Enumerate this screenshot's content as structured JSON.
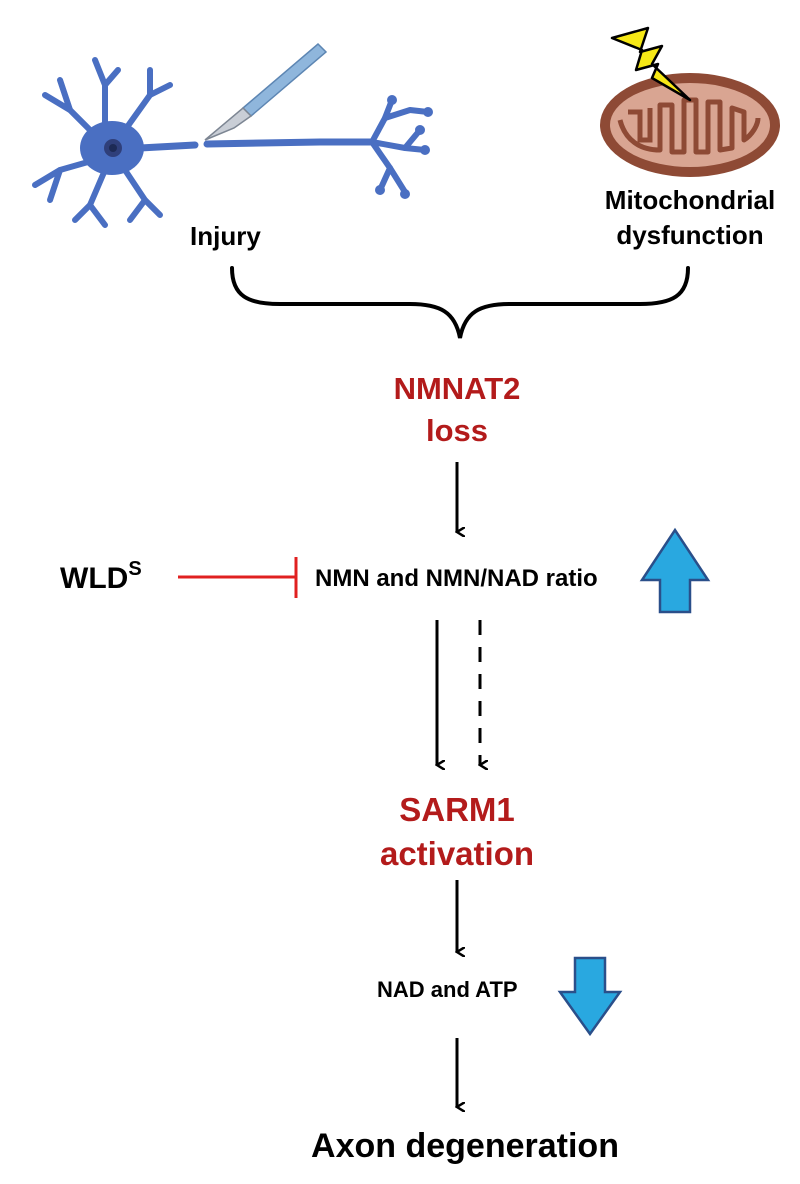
{
  "inputs": {
    "injury": "Injury",
    "mito_line1": "Mitochondrial",
    "mito_line2": "dysfunction"
  },
  "nodes": {
    "nmnat2_line1": "NMNAT2",
    "nmnat2_line2": "loss",
    "nmn_ratio": "NMN and NMN/NAD ratio",
    "sarm1_line1": "SARM1",
    "sarm1_line2": "activation",
    "nad_atp": "NAD and ATP",
    "axon": "Axon degeneration"
  },
  "inhibitor": {
    "name": "WLD",
    "superscript": "S"
  },
  "indicators": {
    "nmn_ratio_change": "increase",
    "nad_atp_change": "decrease"
  },
  "colors": {
    "highlight_text": "#b31b1b",
    "inhibition_line": "#e02020",
    "indicator_arrow_fill": "#29a8e0",
    "indicator_arrow_stroke": "#2a4f8a",
    "neuron": "#4a6fc2",
    "mitochondrion": "#8e4a35"
  },
  "icons": [
    "neuron-icon",
    "scalpel-icon",
    "mitochondrion-icon",
    "lightning-bolt-icon"
  ]
}
